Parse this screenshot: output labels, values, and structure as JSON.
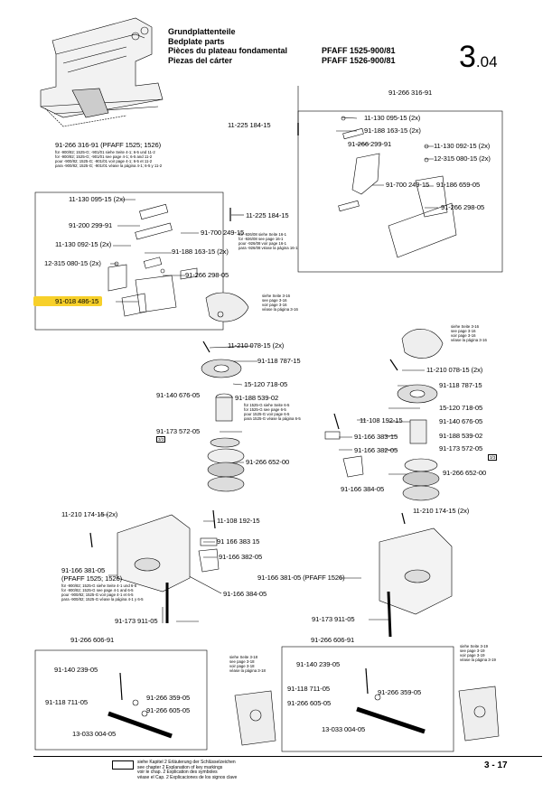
{
  "header": {
    "titles": [
      "Grundplattenteile",
      "Bedplate parts",
      "Pièces du plateau fondamental",
      "Piezas del cárter"
    ],
    "models": [
      "PFAFF 1525-900/81",
      "PFAFF 1526-900/81"
    ],
    "page_major": "3",
    "page_minor": ".04"
  },
  "labels": {
    "l1": "91-266 316-91",
    "l2": "11-225 184-15",
    "l3": "11-130 095-15 (2x)",
    "l4": "91-188 163-15 (2x)",
    "l5": "91-266 299-91",
    "l6": "11-130 092-15 (2x)",
    "l7": "12-315 080-15 (2x)",
    "l8": "91-700 249-15",
    "l9": "91-186 659-05",
    "l10": "91-266 298-05",
    "l11": "91-266 316-91 (PFAFF 1525; 1526)",
    "l12": "11-130 095-15 (2x)",
    "l13": "11-225 184-15",
    "l14": "91-200 299-91",
    "l15": "91-700 249-15",
    "l16": "11-130 092-15 (2x)",
    "l17": "91-188 163-15 (2x)",
    "l18": "12-315 080-15 (2x)",
    "l19": "91-266 298-05",
    "l20": "91-018 486-15",
    "l21": "11-210 078-15 (2x)",
    "l22": "91-118 787-15",
    "l23": "15-120 718-05",
    "l24": "91-140 676-05",
    "l25": "91-188 539-02",
    "l26": "91-173 572-05",
    "l27": "91-266 652-00",
    "l28": "11-210 078-15 (2x)",
    "l29": "91-118 787-15",
    "l30": "15-120 718-05",
    "l31": "11-108 192-15",
    "l32": "91-140 676-05",
    "l33": "91-166 383-15",
    "l34": "91-188 539-02",
    "l35": "91-166 382-05",
    "l36": "91-173 572-05",
    "l37": "91-166 384-05",
    "l38": "91-266 652-00",
    "l39": "11-210 174-15 (2x)",
    "l40": "11-108 192-15",
    "l41": "11-210 174-15 (2x)",
    "l42": "91 166 383 15",
    "l43": "91-166 382-05",
    "l44": "91-166 381-05",
    "l45": "(PFAFF 1525; 1526)",
    "l46": "91-166 381-05 (PFAFF 1526)",
    "l47": "91-166 384-05",
    "l48": "91-173 911-05",
    "l49": "91-173 911-05",
    "l50": "91-266 606-91",
    "l51": "91-266 606-91",
    "l52": "91-140 239-05",
    "l53": "91-118 711-05",
    "l54": "91-266 359-05",
    "l55": "91-266 605-05",
    "l56": "13-033 004-05",
    "l57": "91-140 239-05",
    "l58": "91-118 711-05",
    "l59": "91-266 359-05",
    "l60": "91-266 605-05",
    "l61": "13-033 004-05",
    "box_a": "3/3",
    "box_b": "3/3"
  },
  "notes": {
    "n1": [
      "für -900/82; 1525-G; -901/01 siehe Seite 4-1; 6-5 und 11-2",
      "for -900/82; 1525-G; -901/01 see page 4-1; 6-5 and 11-2",
      "pour -900/82; 1525-G; -901/01 voir page 4-1; 6-5 et 11-2",
      "para -900/82; 1525-G; -901/01 véase la página 4-1; 6-5 y 11-2"
    ],
    "n2": [
      "für -926/08 siehe Seite 16-1",
      "for -926/08 see page 16-1",
      "pour -926/08 voir page 16-1",
      "para -926/08 véase la página 16-1"
    ],
    "n3": [
      "siehe Seite 3-16",
      "see page 3-16",
      "voir page 3-16",
      "véase la página 3-16"
    ],
    "n4": [
      "siehe Seite 3-16",
      "see page 3-16",
      "voir page 3-16",
      "véase la página 3-16"
    ],
    "n5": [
      "für 1525-G siehe Seite 6-5",
      "for 1525-G see page 6-5",
      "pour 1525-G voir page 6-5",
      "para 1525-G véase la página 6-5"
    ],
    "n6": [
      "für -900/82; 1525-G siehe Seite 4-1 und 6-5",
      "for -900/82; 1525-G see page 4-1 and 6-5",
      "pour -900/82; 1525-G voir page 4-1 et 6-5",
      "para -900/82; 1525-G véase la página 4-1 y 6-5"
    ],
    "n7": [
      "siehe Seite 3-18",
      "see page 3-18",
      "voir page 3-18",
      "véase la página 3-18"
    ],
    "n8": [
      "siehe Seite 3-19",
      "see page 3-19",
      "voir page 3-19",
      "véase la página 3-19"
    ],
    "footer": [
      "siehe Kapitel 2 Erläuterung der Schlüsselzeichen",
      "see chapter 2 Explanation of key markings",
      "voir le chap. 2 Explication des symboles",
      "véase el Cap. 2 Explicaciones de los signos clave"
    ]
  },
  "footer": {
    "page": "3 - 17"
  }
}
